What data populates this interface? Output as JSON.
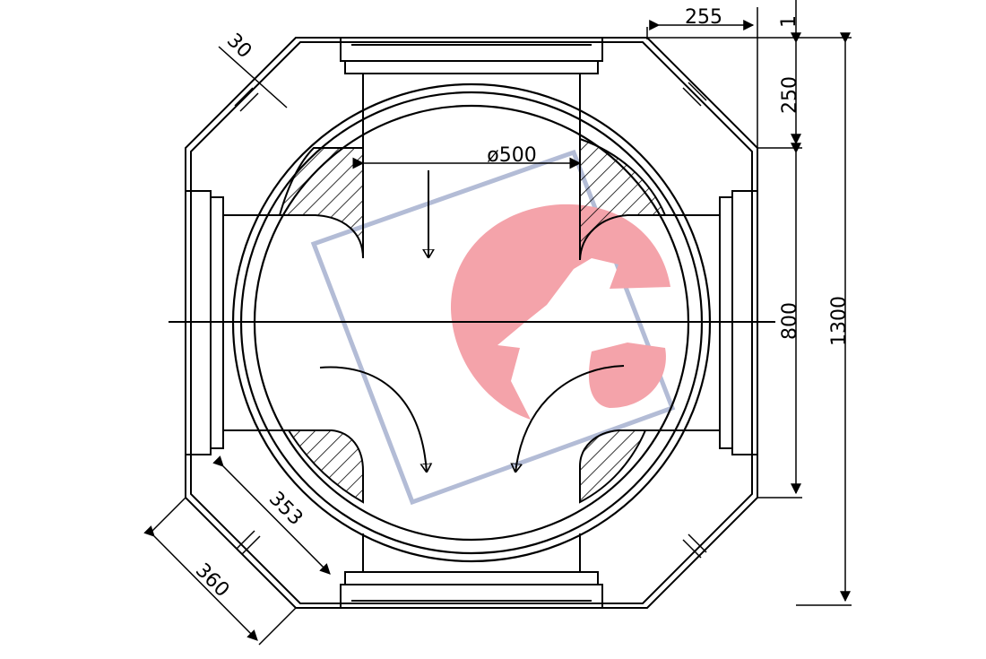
{
  "drawing": {
    "dimensions": {
      "top_width": "255",
      "top_gap": "1",
      "chamfer_top": "250",
      "mid_height": "800",
      "total_height": "1300",
      "wall": "30",
      "diameter": "ø500",
      "inner_diag": "353",
      "outer_diag": "360"
    },
    "colors": {
      "line": "#000000",
      "logo_red": "#f4a3aa",
      "logo_frame": "#b3bcd6",
      "background": "#ffffff"
    },
    "watermark_logo": "red circular logo in a tilted blue-grey frame"
  }
}
